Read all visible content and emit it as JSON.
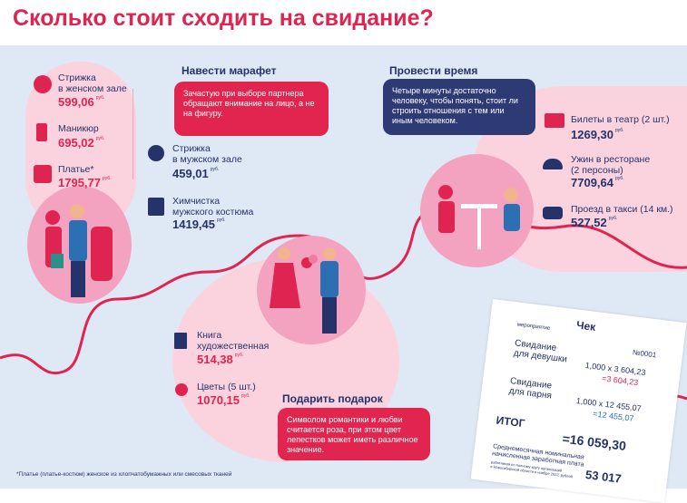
{
  "title": "Сколько стоит сходить на свидание?",
  "colors": {
    "accent": "#e02452",
    "navy": "#26326a",
    "pink_light": "#fbd3df",
    "pink": "#f3a3bf",
    "bg": "#dfe9f5"
  },
  "rub": "руб.",
  "sections": {
    "marafet": {
      "title": "Навести марафет",
      "text": "Зачастую при выборе партнера обращают внимание на лицо, а не на фигуру."
    },
    "time": {
      "title": "Провести время",
      "text": "Четыре минуты достаточно человеку, чтобы понять, стоит ли строить отношения с тем или иным человеком."
    },
    "gift": {
      "title": "Подарить подарок",
      "text": "Символом романтики и любви считается роза, при этом цвет лепестков может иметь различное значение."
    }
  },
  "items": {
    "haircut_women": {
      "label": "Стрижка\nв женском зале",
      "price": "599,06",
      "icon": "hairdryer-icon"
    },
    "manicure": {
      "label": "Маникюр",
      "price": "695,02",
      "icon": "nail-polish-icon"
    },
    "dress": {
      "label": "Платье*",
      "price": "1795,77",
      "icon": "dress-icon"
    },
    "haircut_men": {
      "label": "Стрижка\nв мужском зале",
      "price": "459,01",
      "icon": "barber-icon"
    },
    "dry_cleaning": {
      "label": "Химчистка\nмужского костюма",
      "price": "1419,45",
      "icon": "suit-icon"
    },
    "theater": {
      "label": "Билеты в театр (2 шт.)",
      "price": "1269,30",
      "icon": "ticket-icon"
    },
    "restaurant": {
      "label": "Ужин в ресторане\n(2 персоны)",
      "price": "7709,64",
      "icon": "dish-icon"
    },
    "taxi": {
      "label": "Проезд в такси (14 км.)",
      "price": "527,52",
      "icon": "taxi-icon"
    },
    "book": {
      "label": "Книга\nхудожественная",
      "price": "514,38",
      "icon": "book-icon"
    },
    "flowers": {
      "label": "Цветы (5 шт.)",
      "price": "1070,15",
      "icon": "flower-icon"
    }
  },
  "receipt": {
    "title": "Чек",
    "event_label": "мероприятие",
    "number": "№0001",
    "girl_label": "Свидание\nдля девушки",
    "girl_calc": "1,000 x 3 604,23",
    "girl_sum": "=3 604,23",
    "guy_label": "Свидание\nдля парня",
    "guy_calc": "1,000 x 12 455,07",
    "guy_sum": "=12 455,07",
    "total_label": "ИТОГ",
    "total_value": "=16 059,30",
    "salary_label": "Среднемесячная номинальная\nначисленная заработная плата",
    "salary_note": "работников по полному кругу организаций\nв Новосибирской области в ноябре 2022, рублей",
    "salary_value": "53 017"
  },
  "footnote": "*Платье (платье-костюм) женское из хлопчатобумажных или смесовых тканей"
}
